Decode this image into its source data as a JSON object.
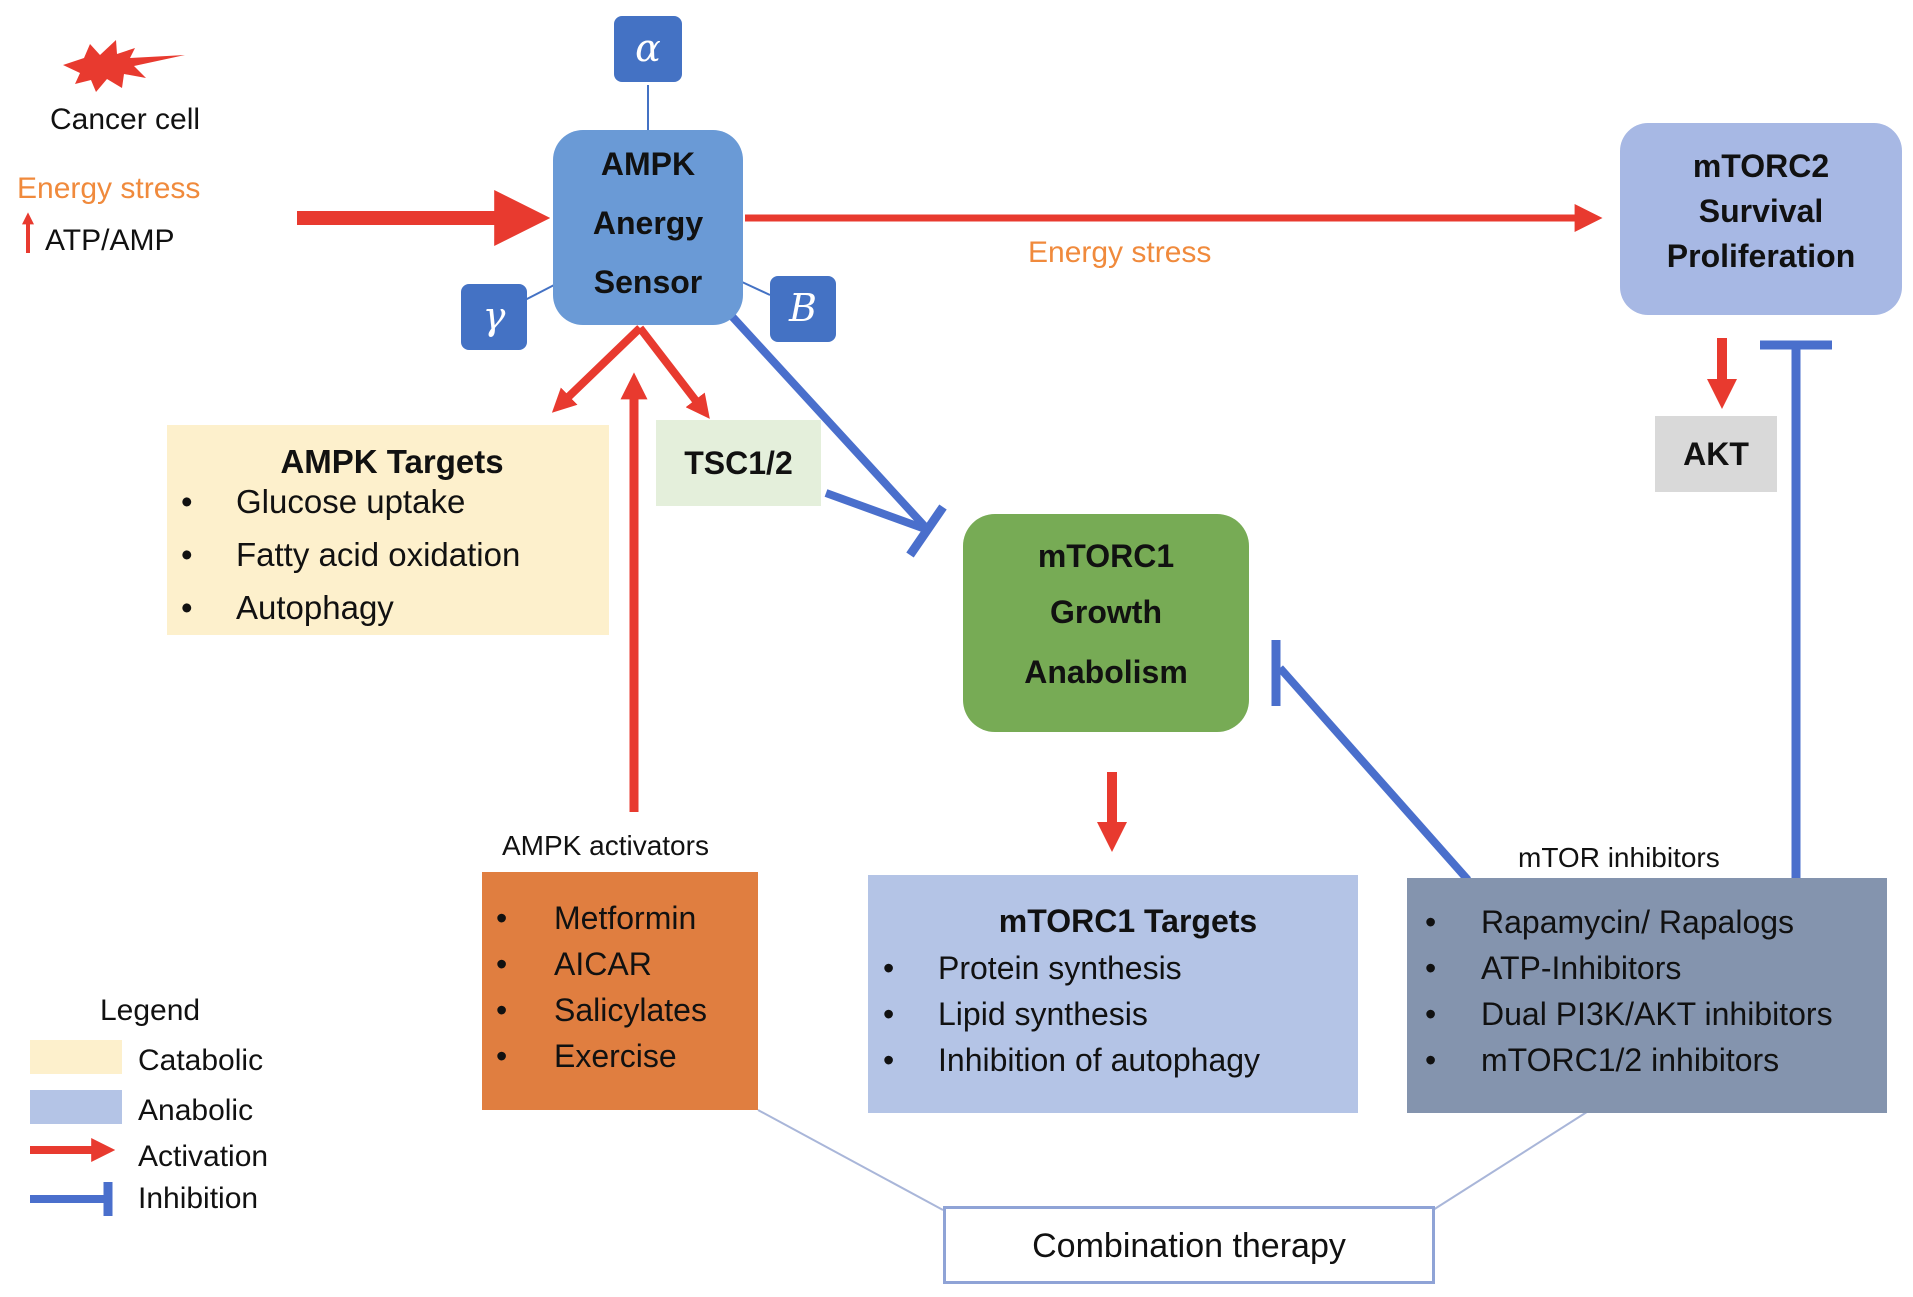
{
  "legend": {
    "title": "Legend",
    "items": [
      {
        "label": "Catabolic",
        "color": "#fdf0cc"
      },
      {
        "label": "Anabolic",
        "color": "#b4c4e6"
      },
      {
        "label": "Activation",
        "color": "#e83a2f"
      },
      {
        "label": "Inhibition",
        "color": "#4a6fcc"
      }
    ]
  },
  "cancer_cell": {
    "label": "Cancer cell",
    "icon": "starburst-icon",
    "color": "#e83a2f"
  },
  "input": {
    "energy_stress": "Energy stress",
    "atp_amp": "ATP/AMP",
    "energy_color": "#f08a3c"
  },
  "ampk": {
    "lines": [
      "AMPK",
      "Anergy",
      "Sensor"
    ],
    "color": "#6a9ad6",
    "subunits": {
      "alpha": "α",
      "gamma": "γ",
      "beta": "B"
    },
    "subunit_color": "#4472c4"
  },
  "edge_label_energy_stress": "Energy stress",
  "mtorc2": {
    "lines": [
      "mTORC2",
      "Survival",
      "Proliferation"
    ],
    "color": "#a7b8e4"
  },
  "akt": {
    "label": "AKT",
    "color": "#d9d9d9"
  },
  "tsc": {
    "label": "TSC1/2",
    "color": "#e4efdb"
  },
  "ampk_targets": {
    "title": "AMPK Targets",
    "items": [
      "Glucose uptake",
      "Fatty acid oxidation",
      "Autophagy"
    ],
    "color": "#fdf0cc"
  },
  "mtorc1": {
    "lines": [
      "mTORC1",
      "Growth",
      "Anabolism"
    ],
    "color": "#77ab55"
  },
  "mtorc1_targets": {
    "title": "mTORC1 Targets",
    "items": [
      "Protein synthesis",
      "Lipid synthesis",
      "Inhibition of autophagy"
    ],
    "color": "#b4c4e6"
  },
  "ampk_activators": {
    "caption": "AMPK activators",
    "items": [
      "Metformin",
      "AICAR",
      "Salicylates",
      "Exercise"
    ],
    "color": "#e07e40"
  },
  "mtor_inhibitors": {
    "caption": "mTOR inhibitors",
    "items": [
      "Rapamycin/ Rapalogs",
      "ATP-Inhibitors",
      "Dual PI3K/AKT inhibitors",
      "mTORC1/2 inhibitors"
    ],
    "color": "#8494ae"
  },
  "combination": {
    "label": "Combination therapy"
  },
  "colors": {
    "activation": "#e83a2f",
    "inhibition": "#4a6fcc"
  }
}
